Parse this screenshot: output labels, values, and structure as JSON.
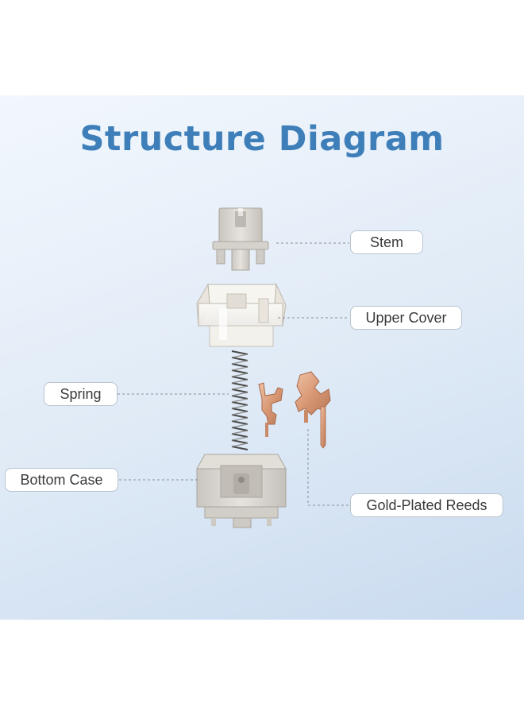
{
  "title": "Structure Diagram",
  "labels": {
    "stem": "Stem",
    "upper_cover": "Upper Cover",
    "spring": "Spring",
    "bottom_case": "Bottom Case",
    "reeds": "Gold-Plated Reeds"
  },
  "colors": {
    "title": "#3f7fb9",
    "background_top": "#f2f7fd",
    "background_bottom": "#c9dbef",
    "housing": "#d8d5cf",
    "copper": "#d9a283"
  }
}
